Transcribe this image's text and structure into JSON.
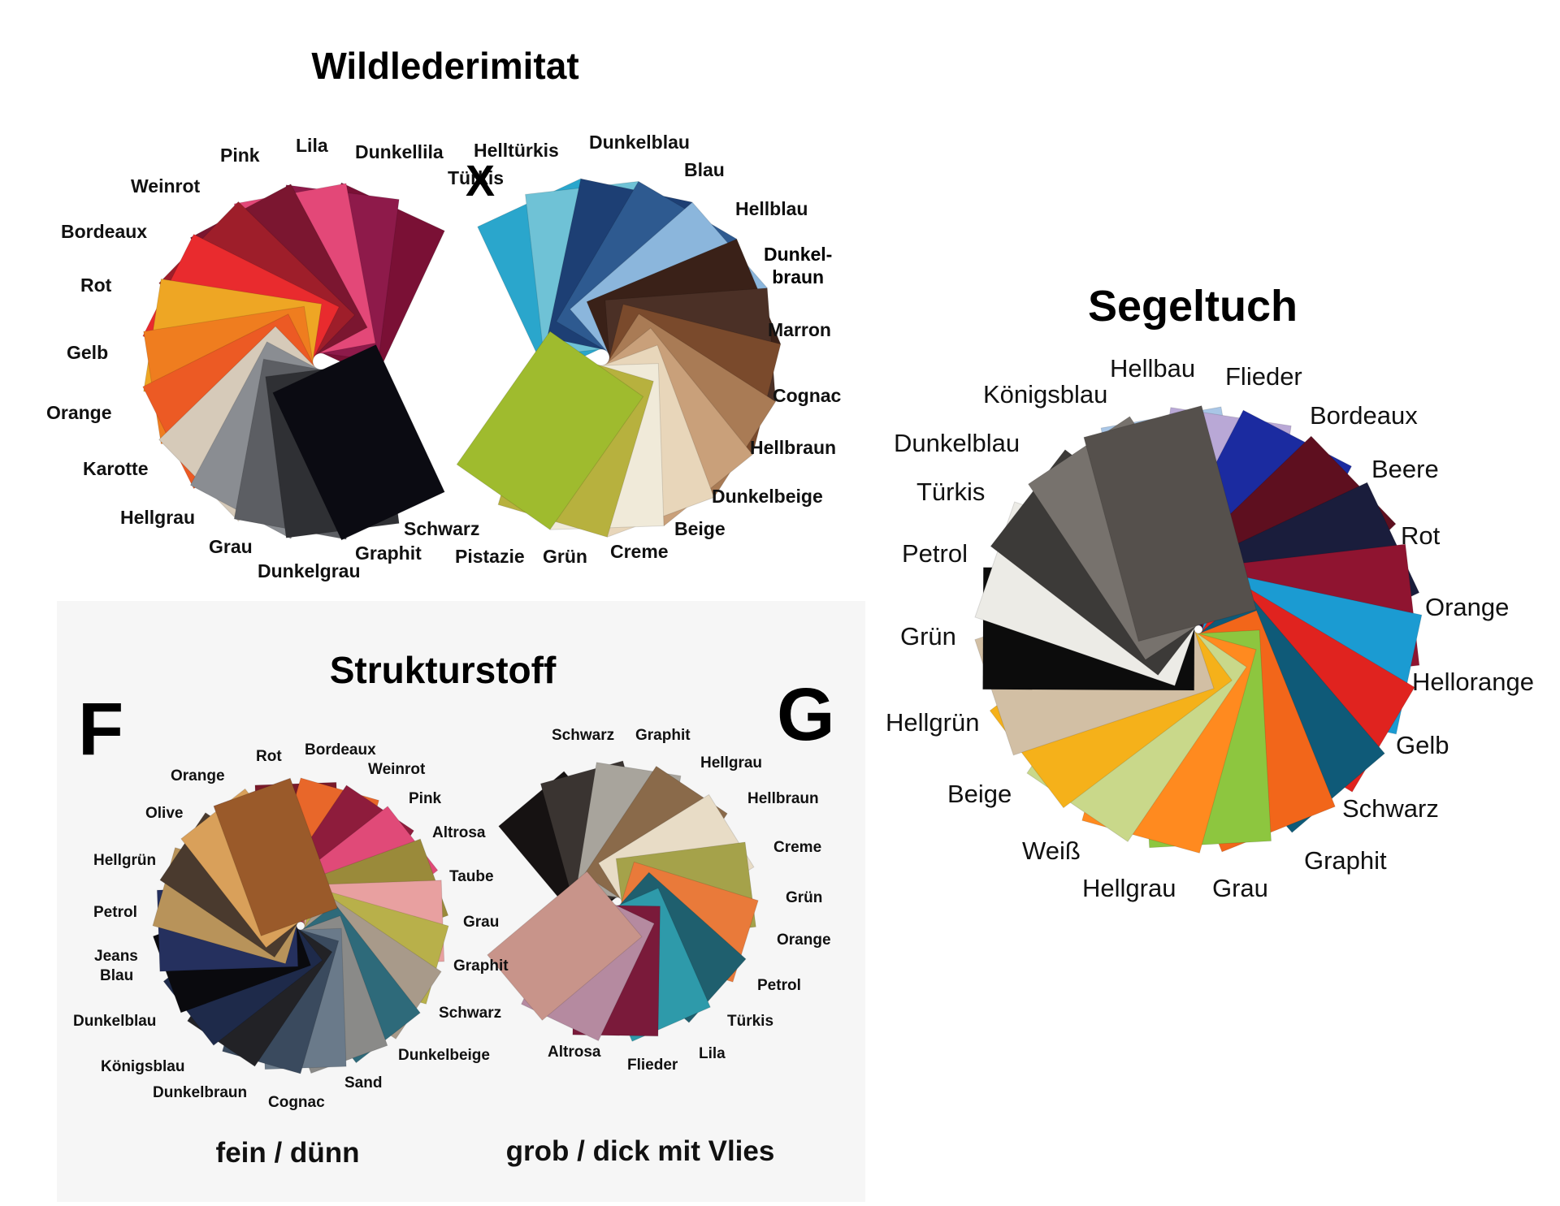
{
  "wildleder": {
    "title": "Wildlederimitat",
    "mark": "X",
    "left_fan": [
      "Pink",
      "Lila",
      "Dunkellila",
      "Weinrot",
      "Bordeaux",
      "Rot",
      "Gelb",
      "Orange",
      "Karotte",
      "Hellgrau",
      "Grau",
      "Dunkelgrau",
      "Graphit",
      "Schwarz"
    ],
    "right_fan": [
      "Helltürkis",
      "Dunkelblau",
      "Türkis",
      "Blau",
      "Hellblau",
      "Dunkel-",
      "braun",
      "Marron",
      "Cognac",
      "Hellbraun",
      "Dunkelbeige",
      "Beige",
      "Creme",
      "Grün",
      "Pistazie"
    ],
    "left_colors": [
      "#7a1035",
      "#8e1a4a",
      "#e34878",
      "#7b1630",
      "#9e1e2a",
      "#e92b2e",
      "#eea624",
      "#ef7d1f",
      "#ec5a24",
      "#d6cab9",
      "#8a8d92",
      "#5c5e63",
      "#2f3034",
      "#0b0b12"
    ],
    "right_colors": [
      "#2aa6cc",
      "#6fc2d6",
      "#1d3f74",
      "#2e5a90",
      "#8bb6dc",
      "#3a2118",
      "#4b3026",
      "#7a4a2c",
      "#a97b55",
      "#c9a07a",
      "#e8d6ba",
      "#f0ead9",
      "#b7b13e",
      "#9fbb2e"
    ]
  },
  "segeltuch": {
    "title": "Segeltuch",
    "labels": [
      "Hellbau",
      "Flieder",
      "Königsblau",
      "Bordeaux",
      "Dunkelblau",
      "Beere",
      "Türkis",
      "Rot",
      "Petrol",
      "Orange",
      "Grün",
      "Hellorange",
      "Hellgrün",
      "Gelb",
      "Beige",
      "Schwarz",
      "Weiß",
      "Graphit",
      "Hellgrau",
      "Grau"
    ],
    "colors": [
      "#a9c6e6",
      "#b9a8d6",
      "#1b2ba0",
      "#5e0f1f",
      "#1a1d3c",
      "#8f1430",
      "#1b9bd2",
      "#e0231f",
      "#0f5a78",
      "#f2661a",
      "#8dc63f",
      "#ff8a1f",
      "#c9d88a",
      "#f5b11a",
      "#d2bfa4",
      "#0c0c0c",
      "#ecebe6",
      "#3c3a38",
      "#77726d",
      "#55504c"
    ]
  },
  "strukturstoff": {
    "title": "Strukturstoff",
    "letter_f": "F",
    "letter_g": "G",
    "caption_f": "fein / dünn",
    "caption_g": "grob / dick mit Vlies",
    "fan_f": [
      "Rot",
      "Bordeaux",
      "Orange",
      "Weinrot",
      "Pink",
      "Olive",
      "Altrosa",
      "Hellgrün",
      "Taube",
      "Petrol",
      "Grau",
      "Jeans",
      "Blau",
      "Graphit",
      "Dunkelblau",
      "Schwarz",
      "Königsblau",
      "Dunkelbeige",
      "Dunkelbraun",
      "Sand",
      "Cognac"
    ],
    "fan_g": [
      "Schwarz",
      "Graphit",
      "Hellgrau",
      "Hellbraun",
      "Creme",
      "Grün",
      "Orange",
      "Petrol",
      "Türkis",
      "Lila",
      "Flieder",
      "Altrosa"
    ],
    "f_colors": [
      "#e23a3a",
      "#7a1a2a",
      "#e8672a",
      "#8e1c3c",
      "#e04a78",
      "#9a8a3a",
      "#e8a0a0",
      "#b8b04a",
      "#a89a8a",
      "#2e6a7a",
      "#8a8a88",
      "#6a7a8a",
      "#3a4a5e",
      "#222226",
      "#1e2a4a",
      "#0a0a0e",
      "#25305e",
      "#b8935a",
      "#4a3a2e",
      "#d9a05a",
      "#9a5a2a"
    ],
    "g_colors": [
      "#161212",
      "#3a3431",
      "#a8a49c",
      "#8a6a4a",
      "#e8dcc6",
      "#a5a24a",
      "#e97a3a",
      "#1f5f6e",
      "#2e9aaa",
      "#7a1a3a",
      "#b58aa0",
      "#c8948a"
    ]
  }
}
